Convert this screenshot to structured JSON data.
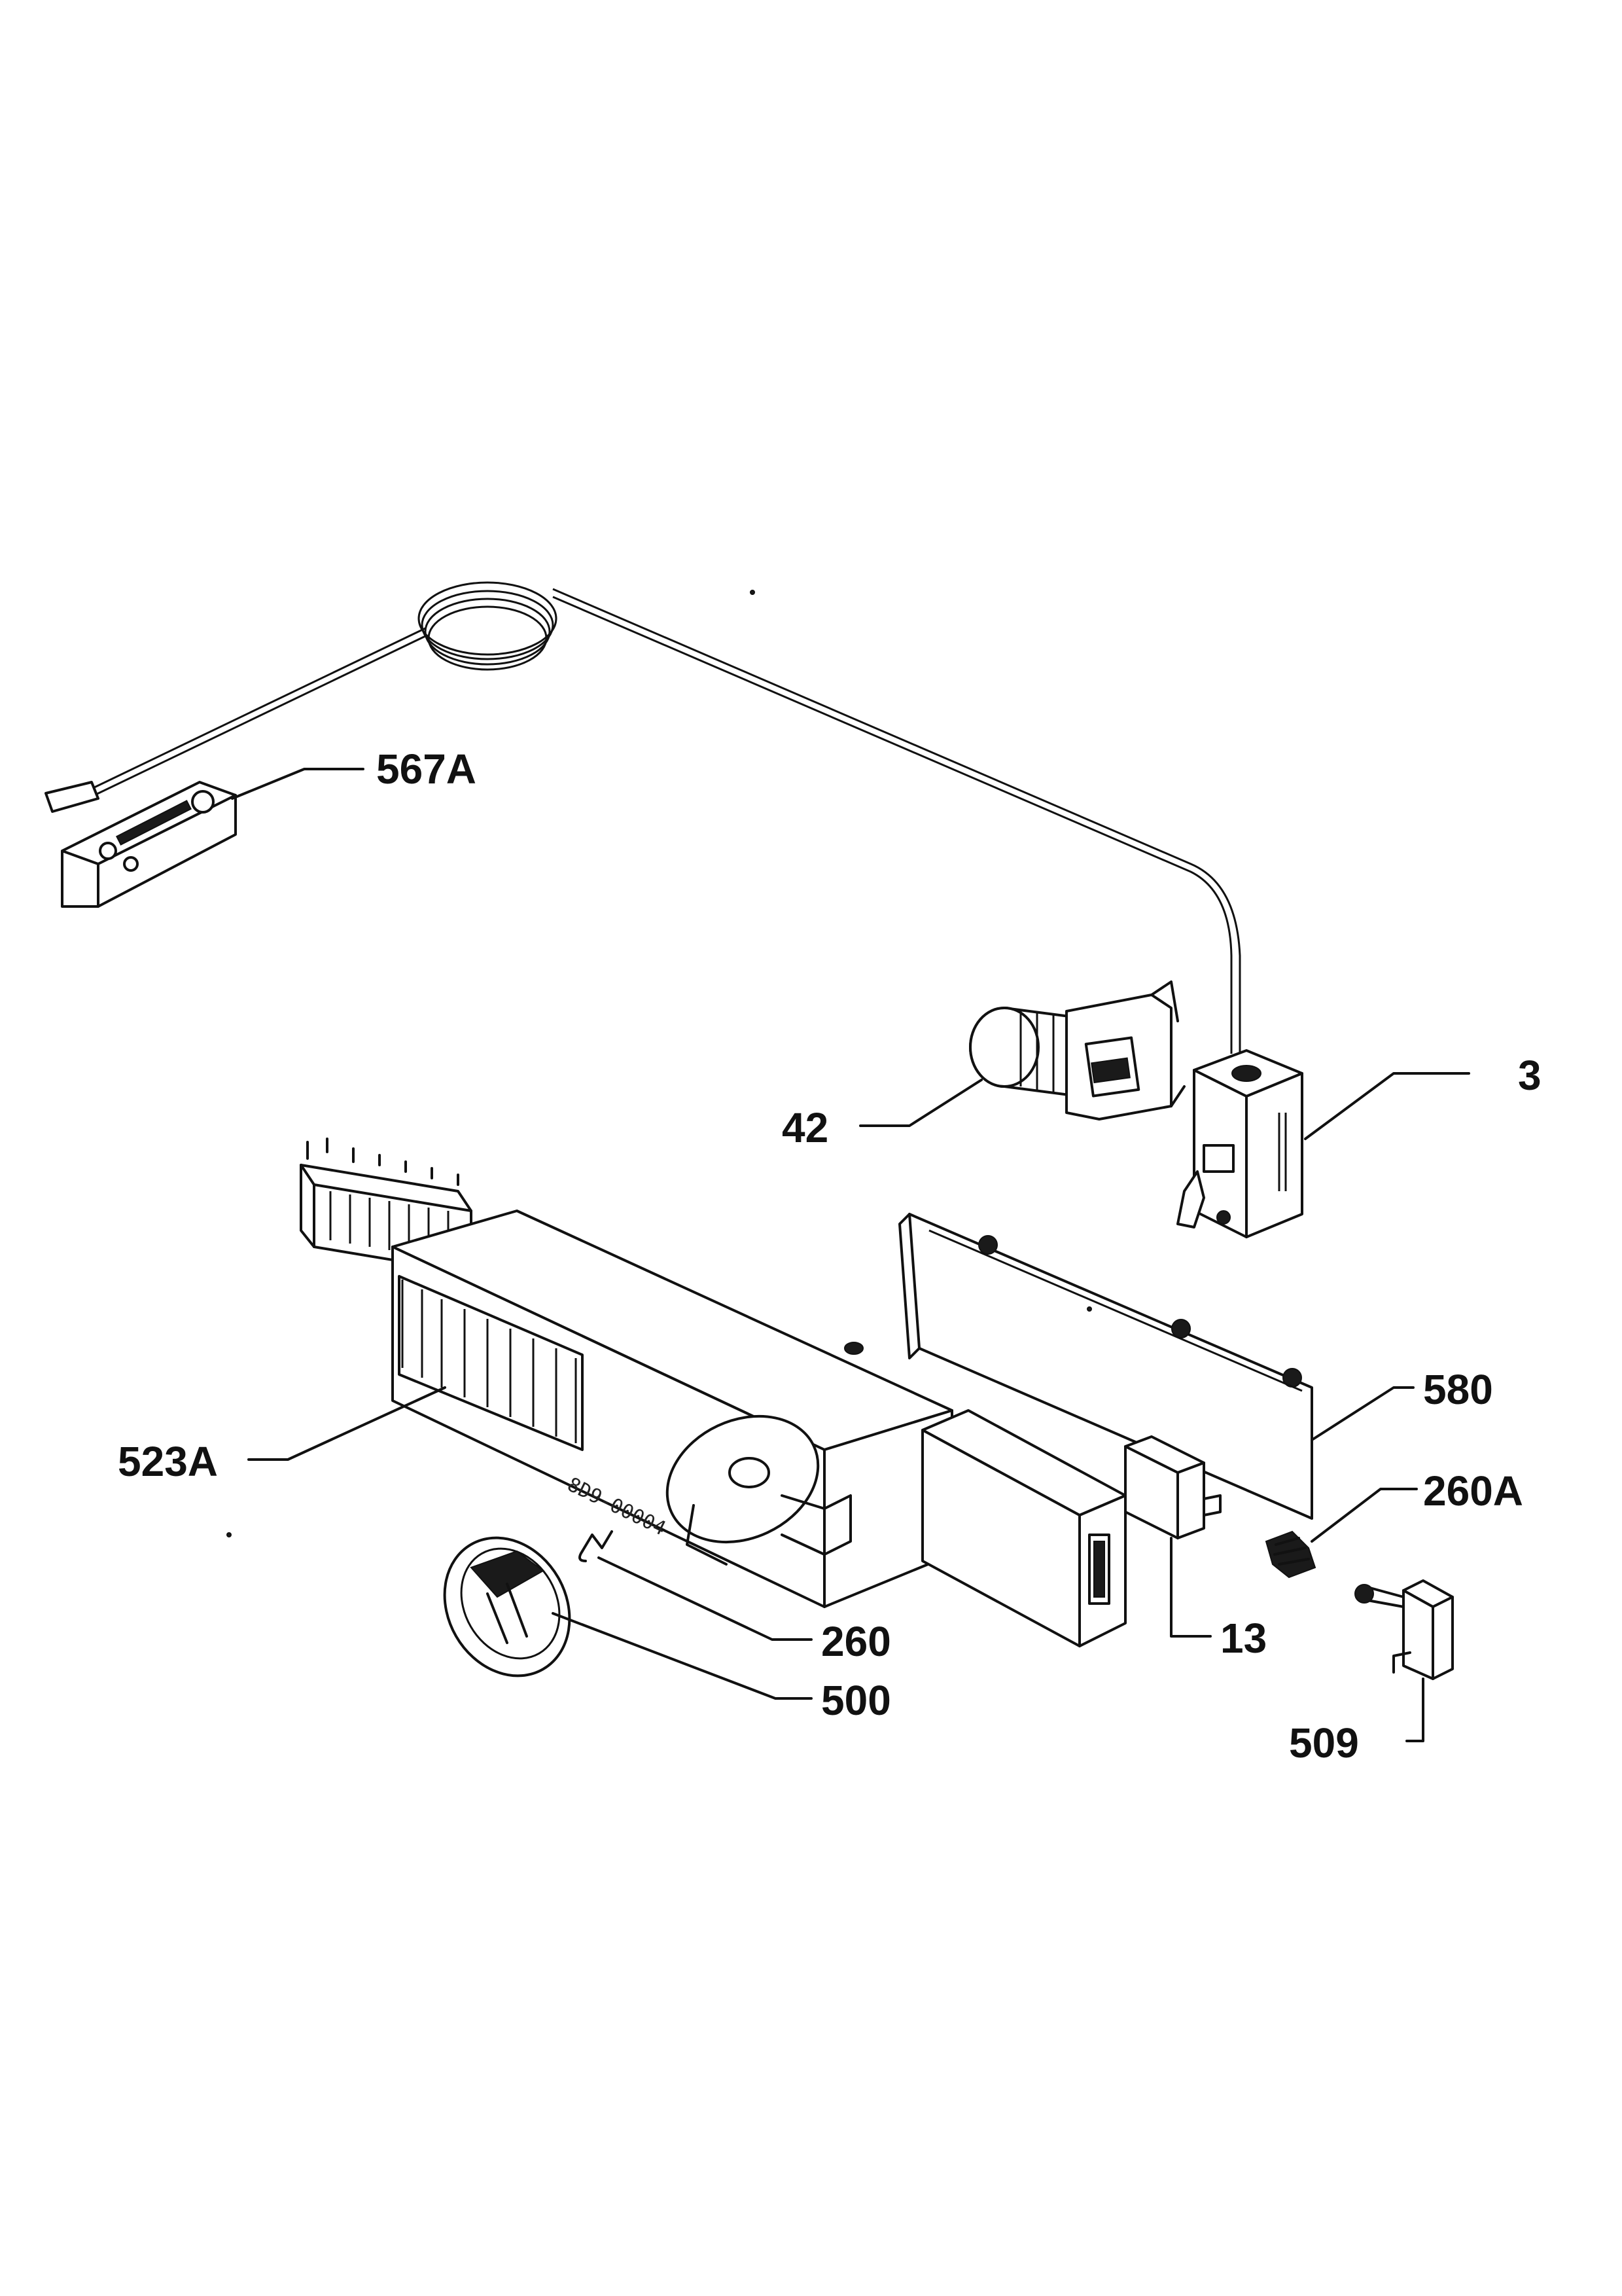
{
  "labels": {
    "l567A": "567A",
    "l42": "42",
    "l3": "3",
    "l580": "580",
    "l523A": "523A",
    "l260A": "260A",
    "l260": "260",
    "l13": "13",
    "l500": "500",
    "l509": "509"
  },
  "housing_marking": "8D9-00004"
}
